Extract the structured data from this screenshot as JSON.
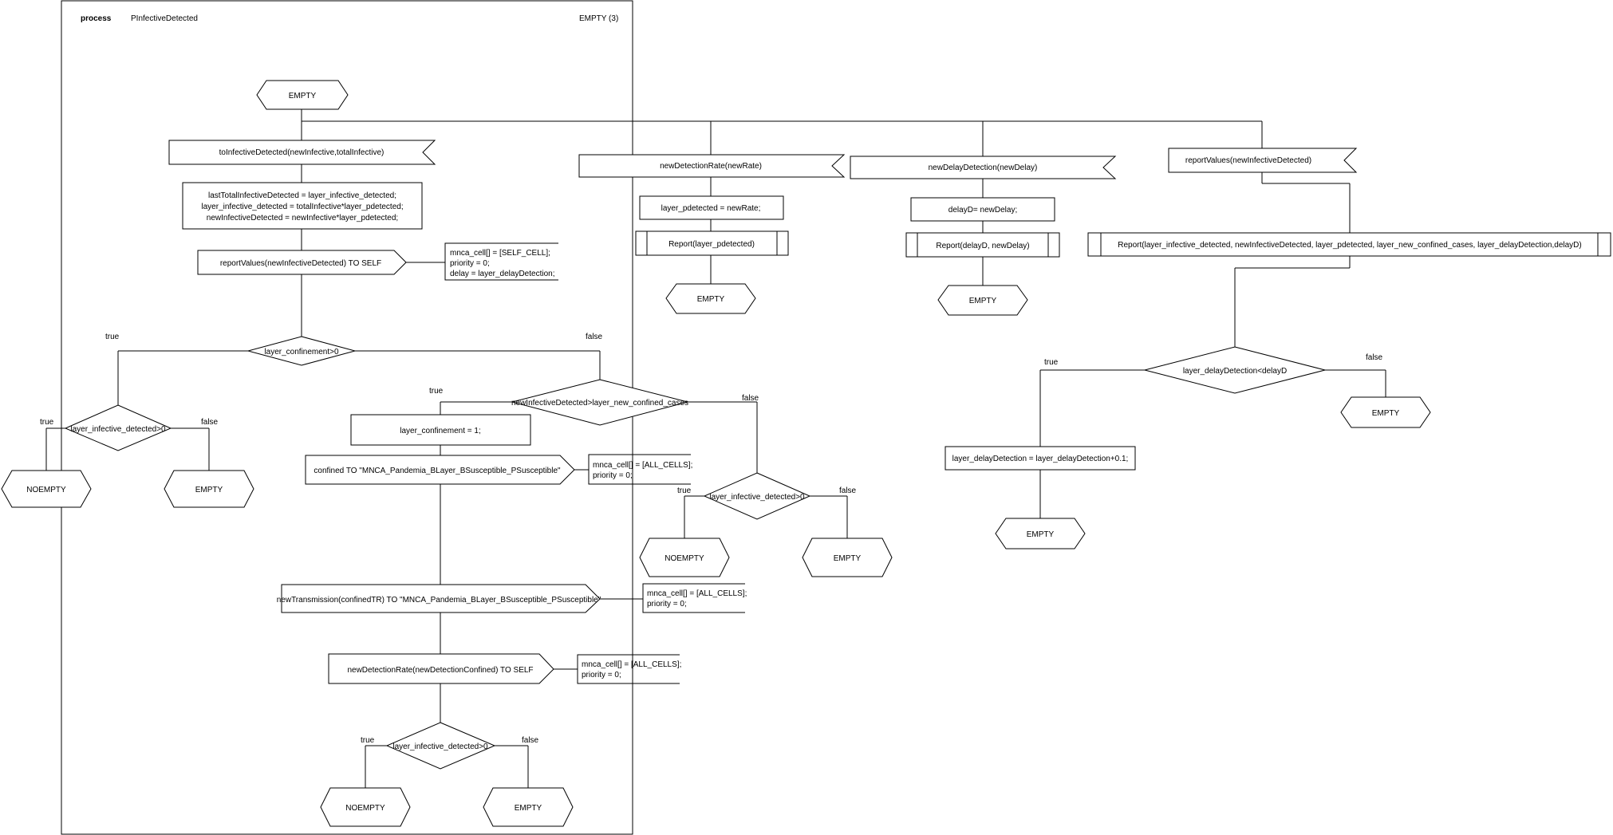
{
  "header": {
    "keyword": "process",
    "name": "PInfectiveDetected",
    "right_label": "EMPTY (3)"
  },
  "states": {
    "start": "EMPTY",
    "a_noempty": "NOEMPTY",
    "a_empty": "EMPTY",
    "b_noempty": "NOEMPTY",
    "b_empty": "EMPTY",
    "c_noempty": "NOEMPTY",
    "c_empty": "EMPTY",
    "rate_empty": "EMPTY",
    "delay_empty": "EMPTY",
    "report_true_empty": "EMPTY",
    "report_false_empty": "EMPTY"
  },
  "inputs": {
    "to_infective": "toInfectiveDetected(newInfective,totalInfective)",
    "new_detection_rate": "newDetectionRate(newRate)",
    "new_delay_detection": "newDelayDetection(newDelay)",
    "report_values": "reportValues(newInfectiveDetected)"
  },
  "tasks": {
    "main_assign": [
      "lastTotalInfectiveDetected = layer_infective_detected;",
      "layer_infective_detected = totalInfective*layer_pdetected;",
      "newInfectiveDetected = newInfective*layer_pdetected;"
    ],
    "confinement_set": "layer_confinement = 1;",
    "pdetected_set": "layer_pdetected = newRate;",
    "delay_set": "delayD= newDelay;",
    "delay_increment": "layer_delayDetection = layer_delayDetection+0.1;"
  },
  "outputs": {
    "report_self": "reportValues(newInfectiveDetected)  TO SELF",
    "confined": "confined TO \"MNCA_Pandemia_BLayer_BSusceptible_PSusceptible\"",
    "new_transmission": "newTransmission(confinedTR) TO \"MNCA_Pandemia_BLayer_BSusceptible_PSusceptible\"",
    "detection_rate_self": "newDetectionRate(newDetectionConfined) TO SELF"
  },
  "procedures": {
    "report_pdetected": "Report(layer_pdetected)",
    "report_delay": "Report(delayD, newDelay)",
    "report_all": "Report(layer_infective_detected, newInfectiveDetected, layer_pdetected, layer_new_confined_cases, layer_delayDetection,delayD)"
  },
  "decisions": {
    "confinement": "layer_confinement>0",
    "infective_a": "layer_infective_detected>0",
    "new_confined": "newInfectiveDetected>layer_new_confined_cases",
    "infective_b": "layer_infective_detected>0",
    "infective_c": "layer_infective_detected>0",
    "delay_check": "layer_delayDetection<delayD"
  },
  "branch_labels": {
    "true": "true",
    "false": "false"
  },
  "comments": {
    "report_self": [
      "mnca_cell[] = [SELF_CELL];",
      "priority = 0;",
      "delay = layer_delayDetection;"
    ],
    "confined": [
      "mnca_cell[] = [ALL_CELLS];",
      "priority = 0;"
    ],
    "new_transmission": [
      "mnca_cell[] = [ALL_CELLS];",
      "priority = 0;"
    ],
    "detection_rate_self": [
      "mnca_cell[] = [ALL_CELLS];",
      "priority = 0;"
    ]
  }
}
